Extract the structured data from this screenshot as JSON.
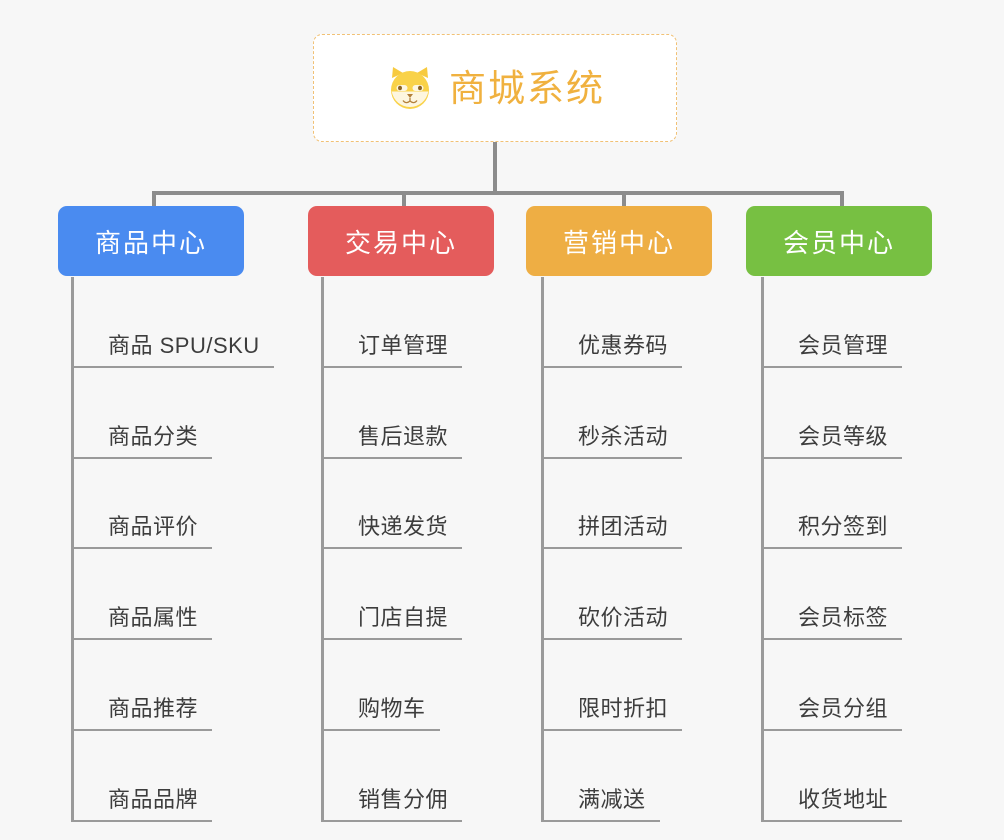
{
  "root": {
    "title": "商城系统",
    "icon": "shiba-dog-icon",
    "border_color": "#f1c175",
    "text_color": "#f0b13f",
    "background": "#ffffff"
  },
  "theme": {
    "page_background": "#f7f7f7",
    "connector_color": "#8c8c8c",
    "spine_color": "#9a9a9a",
    "leaf_text_color": "#3d3d3d"
  },
  "categories": [
    {
      "label": "商品中心",
      "color": "#4a8bf0",
      "items": [
        "商品 SPU/SKU",
        "商品分类",
        "商品评价",
        "商品属性",
        "商品推荐",
        "商品品牌"
      ]
    },
    {
      "label": "交易中心",
      "color": "#e45c5c",
      "items": [
        "订单管理",
        "售后退款",
        "快递发货",
        "门店自提",
        "购物车",
        "销售分佣"
      ]
    },
    {
      "label": "营销中心",
      "color": "#eeae44",
      "items": [
        "优惠券码",
        "秒杀活动",
        "拼团活动",
        "砍价活动",
        "限时折扣",
        "满减送"
      ]
    },
    {
      "label": "会员中心",
      "color": "#77c042",
      "items": [
        "会员管理",
        "会员等级",
        "积分签到",
        "会员标签",
        "会员分组",
        "收货地址"
      ]
    }
  ]
}
